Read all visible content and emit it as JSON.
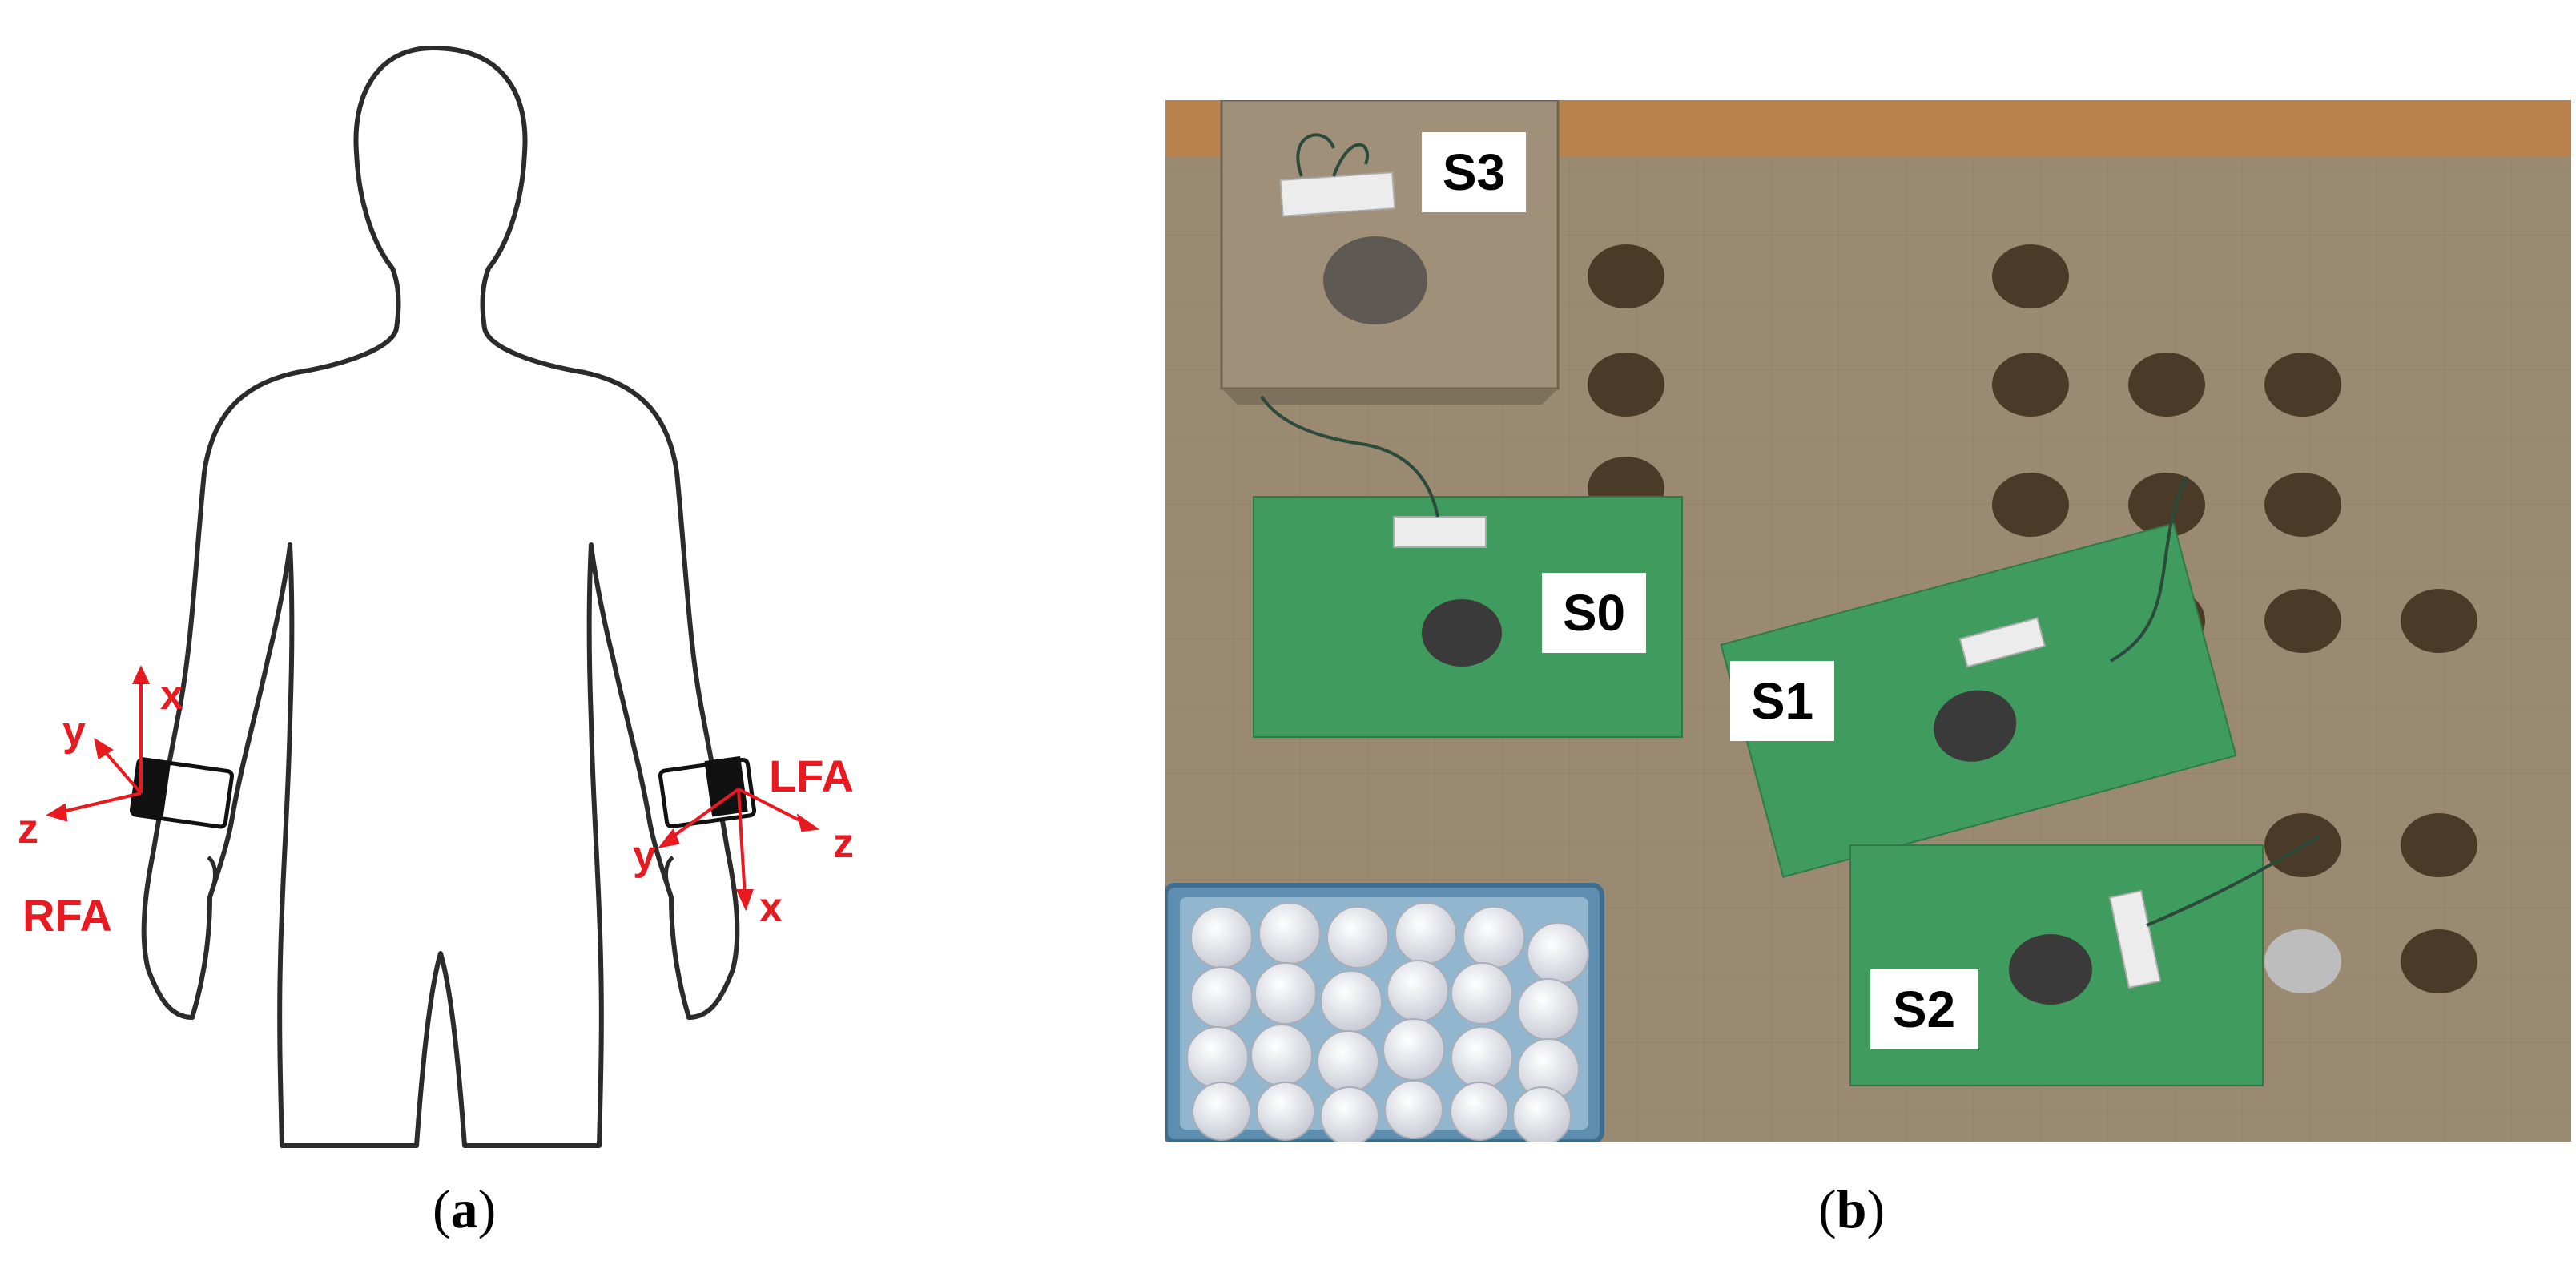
{
  "panel_a": {
    "caption_letter": "a",
    "right_sensor": {
      "label": "RFA",
      "axes": {
        "x": "x",
        "y": "y",
        "z": "z"
      }
    },
    "left_sensor": {
      "label": "LFA",
      "axes": {
        "x": "x",
        "y": "y",
        "z": "z"
      }
    },
    "annotation_color": "#e8191f"
  },
  "panel_b": {
    "caption_letter": "b",
    "stations": [
      "S3",
      "S0",
      "S1",
      "S2"
    ],
    "colors": {
      "board": "#9b8a72",
      "green_card": "#3f9b5e",
      "wood": "#b9824e",
      "tray": "#5f8fb0"
    }
  }
}
